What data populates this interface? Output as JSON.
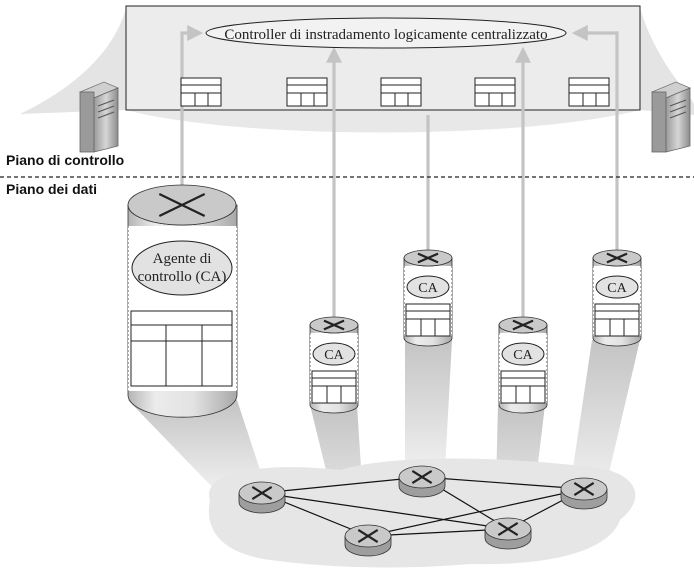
{
  "controller": {
    "label": "Controller di instradamento logicamente centralizzato"
  },
  "planes": {
    "control": "Piano di controllo",
    "data": "Piano dei dati"
  },
  "big_router": {
    "agent_label": "Agente di\ncontrollo (CA)"
  },
  "routers": [
    {
      "ca_label": "CA"
    },
    {
      "ca_label": "CA"
    },
    {
      "ca_label": "CA"
    },
    {
      "ca_label": "CA"
    }
  ],
  "colors": {
    "controller_fill": "#ececec",
    "frame": "#222222",
    "arrow": "#c8c8c8",
    "cloud": "#e6e6e6",
    "router_body": "#d4d4d4",
    "router_top": "#bdbdbd"
  }
}
